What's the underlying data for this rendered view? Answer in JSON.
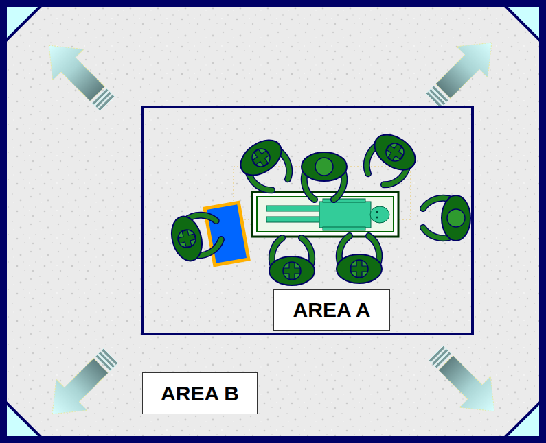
{
  "diagram": {
    "nodes": [
      {
        "text": [
          "AREA B"
        ]
      },
      {
        "text": [
          "AREA A"
        ],
        "in": 0
      }
    ]
  }
}
